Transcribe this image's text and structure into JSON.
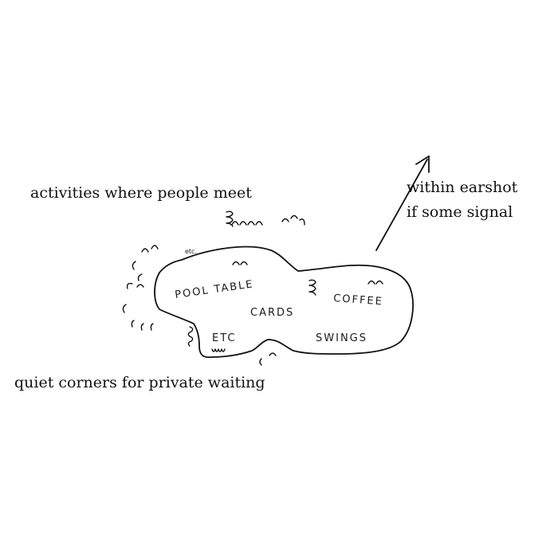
{
  "captions": {
    "top_left": "activities where people meet",
    "bottom_left": "quiet corners for private waiting",
    "right_line1": "within earshot",
    "right_line2": "if some signal"
  },
  "sketch_labels": {
    "pool_table": "POOL TABLE",
    "cards": "CARDS",
    "coffee": "COFFEE",
    "etc": "ETC",
    "swings": "SWINGS",
    "small_note": "etc."
  }
}
